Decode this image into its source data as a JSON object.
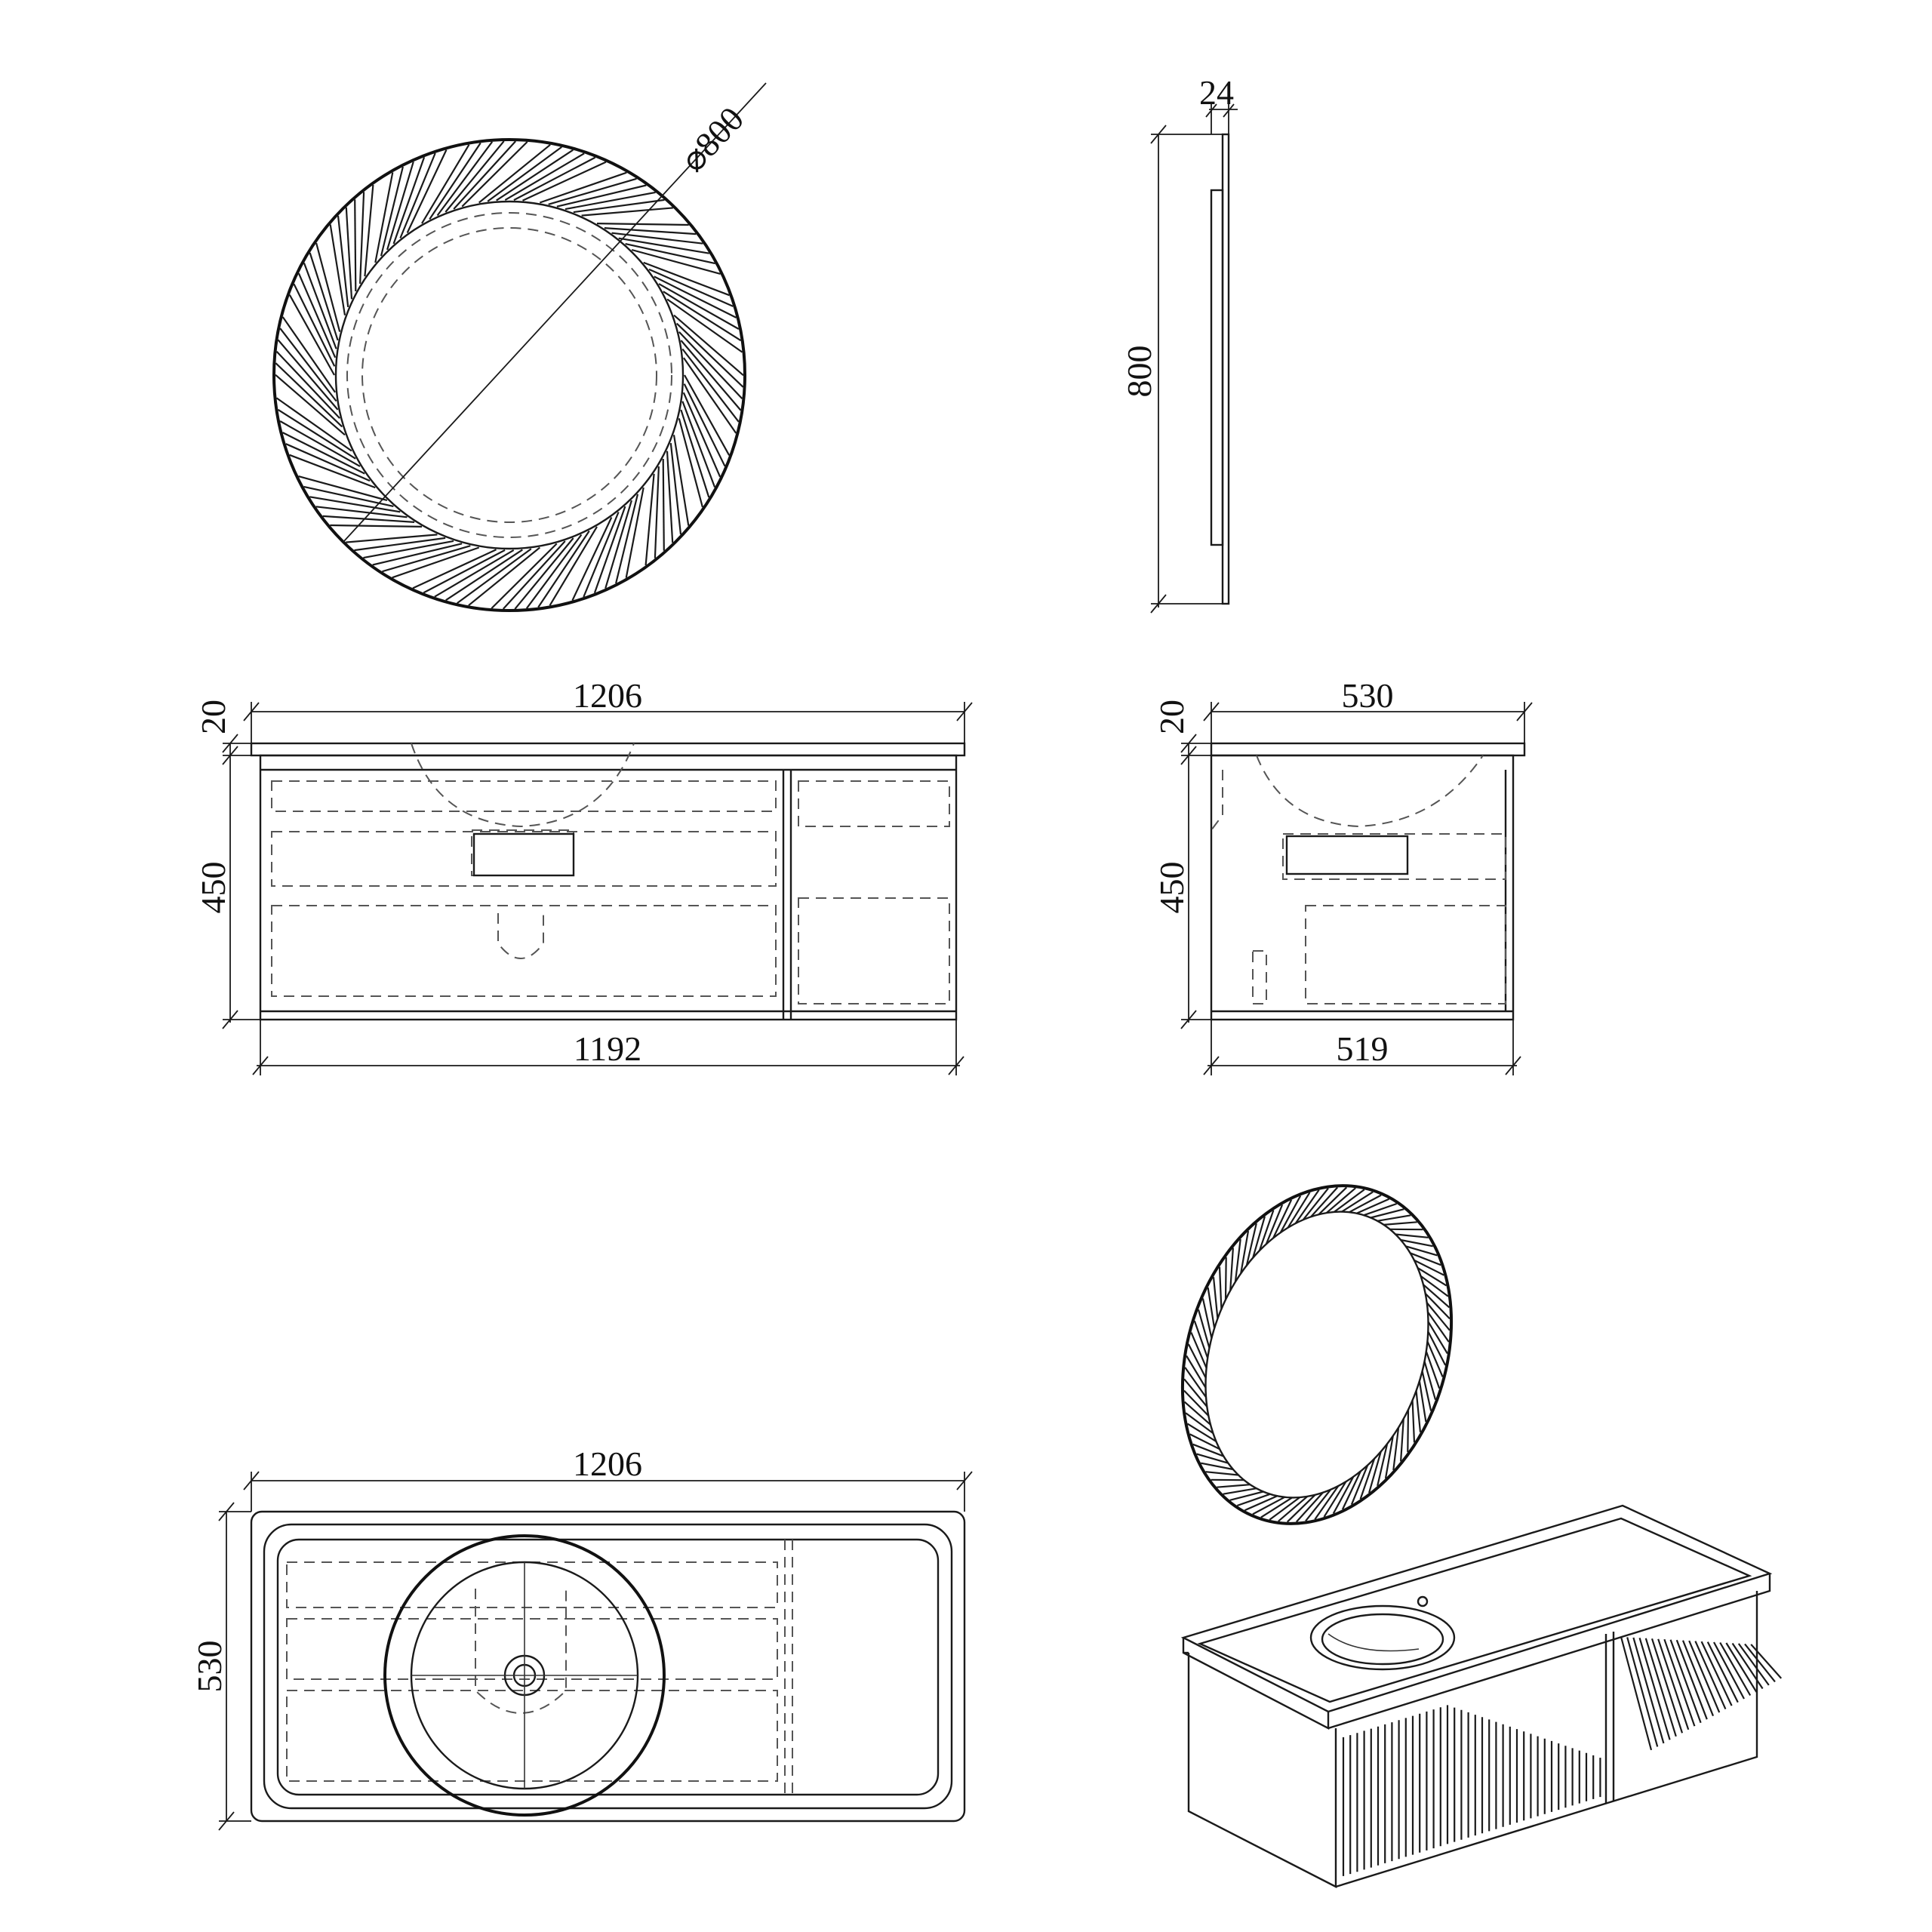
{
  "colors": {
    "line": "#1a1a1a",
    "background": "#ffffff"
  },
  "mirror_front": {
    "diameter_label": "⌀800"
  },
  "mirror_side": {
    "depth_label": "24",
    "height_label": "800"
  },
  "cabinet_front": {
    "top_width_label": "1206",
    "top_thickness_label": "20",
    "body_height_label": "450",
    "body_width_label": "1192"
  },
  "cabinet_side": {
    "top_depth_label": "530",
    "top_thickness_label": "20",
    "body_height_label": "450",
    "body_depth_label": "519"
  },
  "cabinet_top": {
    "width_label": "1206",
    "depth_label": "530"
  }
}
